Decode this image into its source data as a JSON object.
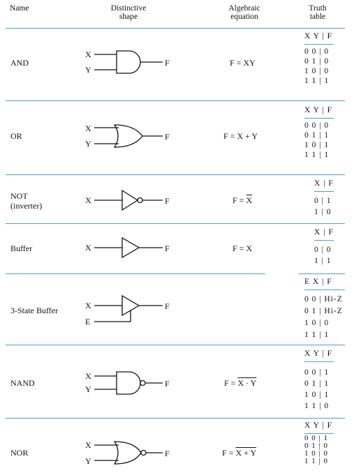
{
  "headers": {
    "name": "Name",
    "shape_1": "Distinctive",
    "shape_2": "shape",
    "equation_1": "Algebraic",
    "equation_2": "equation",
    "truth_1": "Truth",
    "truth_2": "table"
  },
  "gates": [
    {
      "name": "AND",
      "inputs": [
        "X",
        "Y"
      ],
      "output": "F",
      "equation": "F = XY",
      "tt_header": "X Y | F",
      "tt_rows": [
        "0 0 | 0",
        "0 1 | 0",
        "1 0 | 0",
        "1 1 | 1"
      ]
    },
    {
      "name": "OR",
      "inputs": [
        "X",
        "Y"
      ],
      "output": "F",
      "equation": "F = X + Y",
      "tt_header": "X Y | F",
      "tt_rows": [
        "0 0 | 0",
        "0 1 | 1",
        "1 0 | 1",
        "1 1 | 1"
      ]
    },
    {
      "name": "NOT",
      "name_2": "(inverter)",
      "inputs": [
        "X"
      ],
      "output": "F",
      "equation_pre": "F = ",
      "equation_bar": "X",
      "tt_header": "X | F",
      "tt_rows": [
        "0 | 1",
        "1 | 0"
      ]
    },
    {
      "name": "Buffer",
      "inputs": [
        "X"
      ],
      "output": "F",
      "equation": "F = X",
      "tt_header": "X | F",
      "tt_rows": [
        "0 | 0",
        "1 | 1"
      ]
    },
    {
      "name": "3-State Buffer",
      "inputs": [
        "X",
        "E"
      ],
      "output": "F",
      "equation": "",
      "tt_header": "E X | F",
      "tt_rows": [
        "0 0 | Hi-Z",
        "0 1 | Hi-Z",
        "1 0 | 0",
        "1 1 | 1"
      ]
    },
    {
      "name": "NAND",
      "inputs": [
        "X",
        "Y"
      ],
      "output": "F",
      "equation_pre": "F = ",
      "equation_bar": "X · Y",
      "tt_header": "X Y | F",
      "tt_rows": [
        "0 0 | 1",
        "0 1 | 1",
        "1 0 | 1",
        "1 1 | 0"
      ]
    },
    {
      "name": "NOR",
      "inputs": [
        "X",
        "Y"
      ],
      "output": "F",
      "equation_pre": "F = ",
      "equation_bar": "X + Y",
      "tt_header": "X Y | F",
      "tt_rows": [
        "0 0 | 1",
        "0 1 | 0",
        "1 0 | 0",
        "1 1 | 0"
      ]
    }
  ]
}
